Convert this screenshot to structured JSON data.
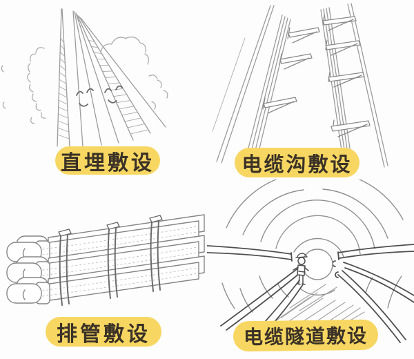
{
  "colors": {
    "background": "#fdfdfd",
    "label_background": "#f7d761",
    "label_text": "#3a3127",
    "sketch_line_light": "#9b9b9b",
    "sketch_line_dark": "#4f4f4f"
  },
  "panels": [
    {
      "label": "直埋敷设",
      "illustration": "direct-burial-trenches-sketch"
    },
    {
      "label": "电缆沟敷设",
      "illustration": "cable-trench-brackets-sketch"
    },
    {
      "label": "排管敷设",
      "illustration": "duct-bank-pipes-sketch"
    },
    {
      "label": "电缆隧道敷设",
      "illustration": "cable-tunnel-worker-sketch"
    }
  ]
}
